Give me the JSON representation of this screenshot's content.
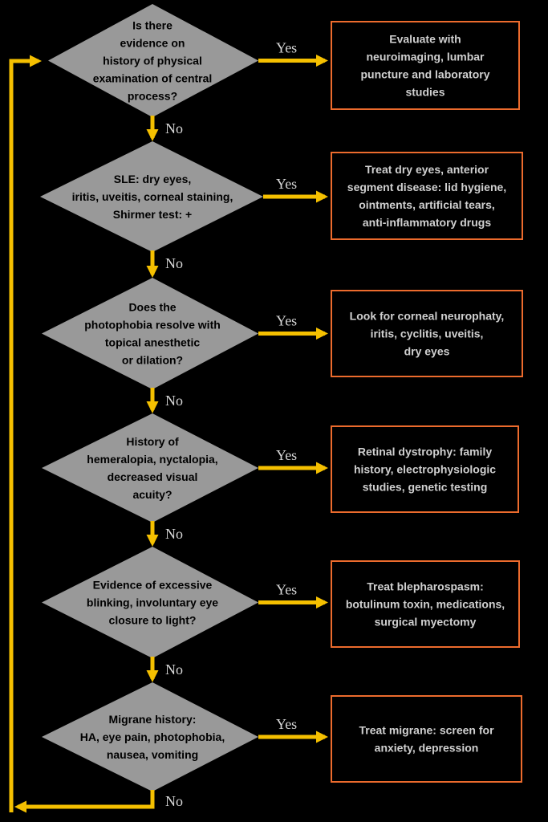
{
  "colors": {
    "background": "#000000",
    "decision_fill": "#999999",
    "box_border": "#ec6b2d",
    "arrow": "#f5c000",
    "label_text": "#d6d6d6",
    "decision_text": "#000000",
    "box_text": "#d0d0d0"
  },
  "labels": {
    "yes": "Yes",
    "no": "No"
  },
  "steps": [
    {
      "decision": [
        "Is there",
        "evidence on",
        "history of physical",
        "examination of central",
        "process?"
      ],
      "action": [
        "Evaluate with",
        "neuroimaging, lumbar",
        "puncture and laboratory",
        "studies"
      ]
    },
    {
      "decision": [
        "SLE: dry eyes,",
        "iritis, uveitis, corneal staining,",
        "Shirmer test: +"
      ],
      "action": [
        "Treat dry eyes, anterior",
        "segment disease: lid hygiene,",
        "ointments, artificial tears,",
        "anti-inflammatory drugs"
      ]
    },
    {
      "decision": [
        "Does the",
        "photophobia resolve with",
        "topical anesthetic",
        "or dilation?"
      ],
      "action": [
        "Look for corneal neurophaty,",
        "iritis, cyclitis, uveitis,",
        "dry eyes"
      ]
    },
    {
      "decision": [
        "History of",
        "hemeralopia, nyctalopia,",
        "decreased visual",
        "acuity?"
      ],
      "action": [
        "Retinal dystrophy: family",
        "history, electrophysiologic",
        "studies, genetic testing"
      ]
    },
    {
      "decision": [
        "Evidence of excessive",
        "blinking, involuntary eye",
        "closure to light?"
      ],
      "action": [
        "Treat blepharospasm:",
        "botulinum toxin, medications,",
        "surgical myectomy"
      ]
    },
    {
      "decision": [
        "Migrane history:",
        "HA, eye pain, photophobia,",
        "nausea, vomiting"
      ],
      "action": [
        "Treat migrane: screen for",
        "anxiety, depression"
      ]
    }
  ]
}
